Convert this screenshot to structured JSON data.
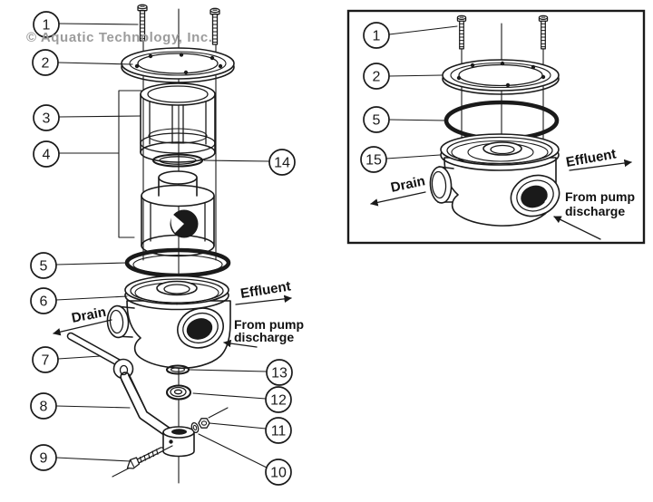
{
  "watermark": {
    "text": "© Aquatic Technology, Inc."
  },
  "colors": {
    "line": "#1a1a1a",
    "watermark": "#9c9c9c",
    "background": "#ffffff",
    "part_fill": "#ffffff"
  },
  "main_diagram": {
    "callouts": [
      {
        "label": "1"
      },
      {
        "label": "2"
      },
      {
        "label": "3"
      },
      {
        "label": "4"
      },
      {
        "label": "5"
      },
      {
        "label": "6"
      },
      {
        "label": "7"
      },
      {
        "label": "8"
      },
      {
        "label": "9"
      },
      {
        "label": "10"
      },
      {
        "label": "11"
      },
      {
        "label": "12"
      },
      {
        "label": "13"
      },
      {
        "label": "14"
      }
    ],
    "labels": {
      "effluent": "Effluent",
      "drain": "Drain",
      "from_pump_line1": "From pump",
      "from_pump_line2": "discharge"
    }
  },
  "inset_diagram": {
    "callouts": [
      {
        "label": "1"
      },
      {
        "label": "2"
      },
      {
        "label": "5"
      },
      {
        "label": "15"
      }
    ],
    "labels": {
      "effluent": "Effluent",
      "drain": "Drain",
      "from_pump_line1": "From pump",
      "from_pump_line2": "discharge"
    }
  }
}
